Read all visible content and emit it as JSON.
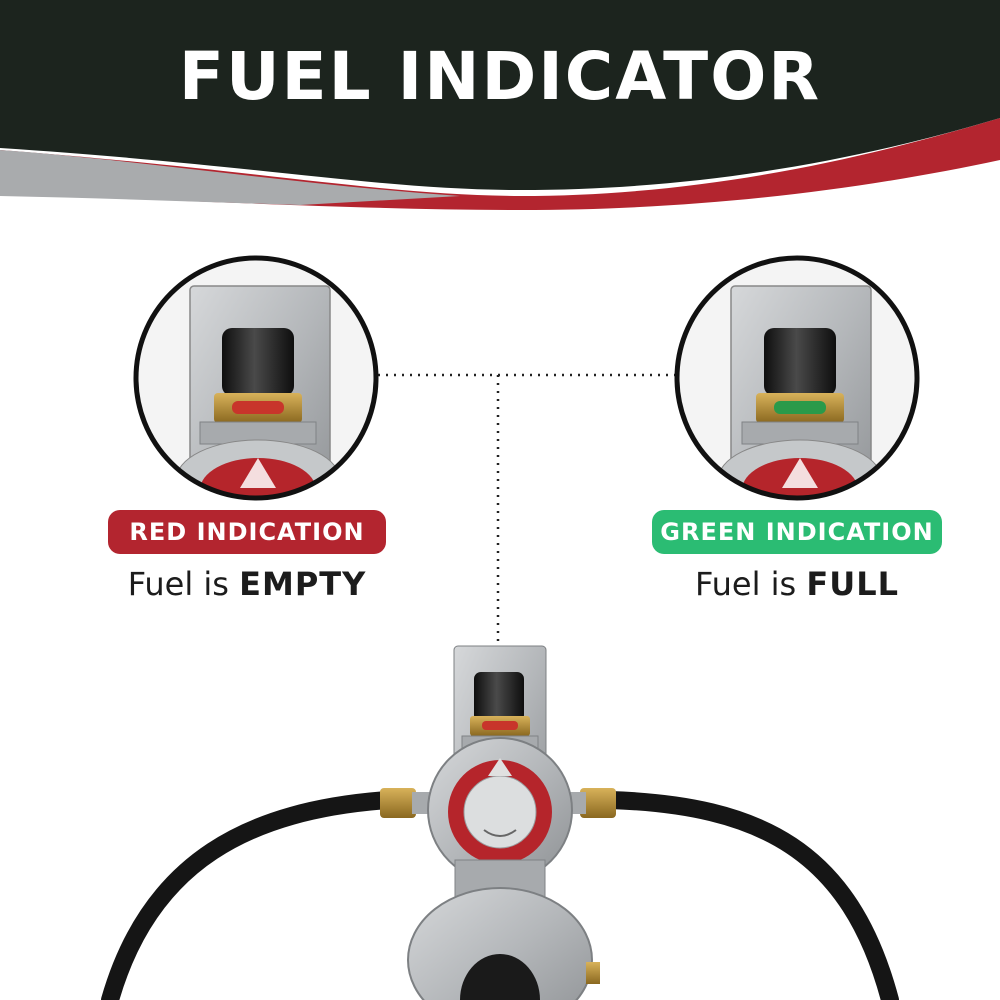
{
  "header": {
    "title": "FUEL INDICATOR"
  },
  "empty_indicator": {
    "badge": "RED INDICATION",
    "status_prefix": "Fuel is",
    "status_value": "EMPTY"
  },
  "full_indicator": {
    "badge": "GREEN INDICATION",
    "status_prefix": "Fuel is",
    "status_value": "FULL"
  },
  "colors": {
    "header_bg": "#1c241e",
    "accent_red": "#b3252f",
    "accent_green": "#2bbc73",
    "swoosh_grey": "#a9abad",
    "window_empty": "#c8352b",
    "window_full": "#2a9a4a"
  },
  "icons": [
    "fuel-gauge-icon",
    "regulator-icon",
    "dial-arrow-icon"
  ]
}
